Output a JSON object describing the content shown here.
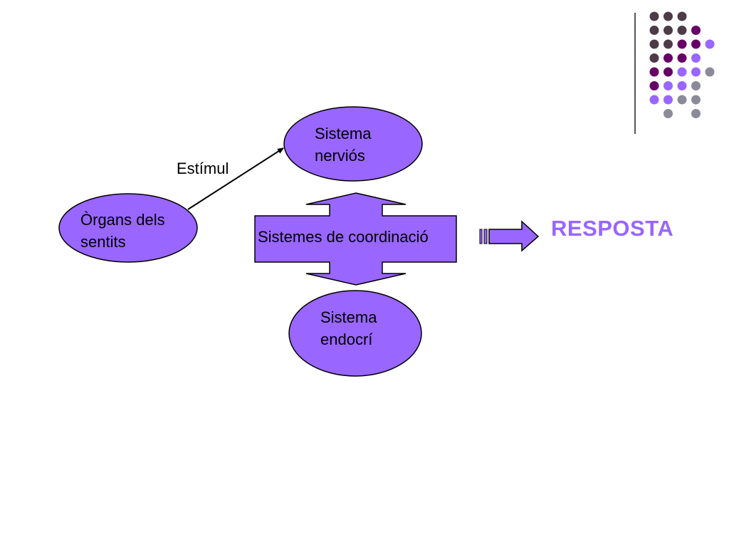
{
  "nodes": {
    "organs": {
      "line1": "Òrgans dels",
      "line2": "sentits"
    },
    "nervous": {
      "line1": "Sistema",
      "line2": "nerviós"
    },
    "endocrine": {
      "line1": "Sistema",
      "line2": "endocrí"
    },
    "coordination": {
      "label": "Sistemes de coordinació"
    }
  },
  "edges": {
    "stimulus_label": "Estímul"
  },
  "response": {
    "label": "RESPOSTA"
  },
  "colors": {
    "node_fill": "#9966ff",
    "outline": "#000000",
    "response_text": "#9966ff",
    "dot_dark": "#4d3b47",
    "dot_plum": "#660066",
    "dot_violet": "#9966ff",
    "dot_gray": "#8a8a99",
    "divider": "#555555"
  },
  "decoration": {
    "dot_grid": [
      [
        "dark",
        "dark",
        "dark",
        null,
        null
      ],
      [
        "dark",
        "dark",
        "dark",
        "plum",
        null
      ],
      [
        "dark",
        "dark",
        "plum",
        "plum",
        "violet"
      ],
      [
        "dark",
        "plum",
        "plum",
        "violet",
        null
      ],
      [
        "plum",
        "plum",
        "violet",
        "violet",
        "gray"
      ],
      [
        "plum",
        "violet",
        "violet",
        "gray",
        null
      ],
      [
        "violet",
        "violet",
        "gray",
        "gray",
        null
      ],
      [
        null,
        "gray",
        null,
        "gray",
        null
      ]
    ]
  }
}
